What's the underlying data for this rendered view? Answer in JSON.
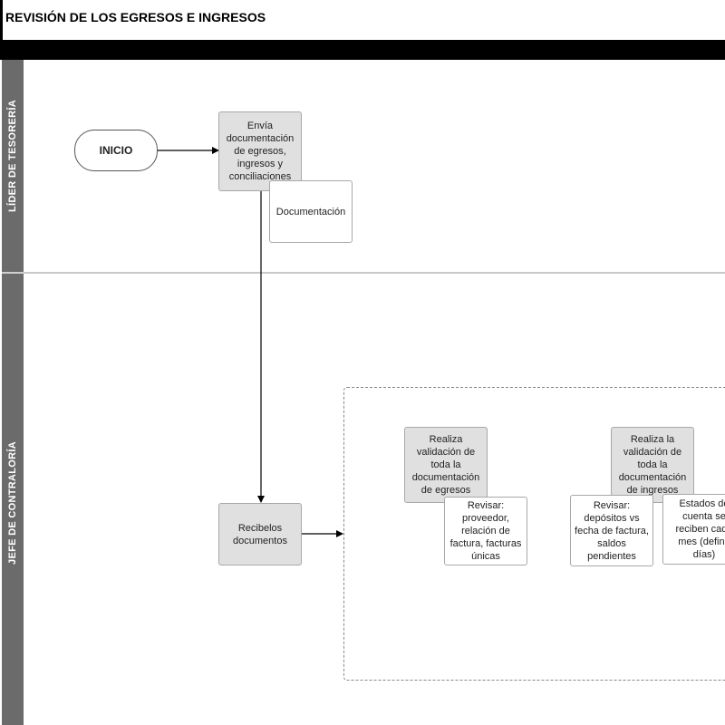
{
  "title": "REVISIÓN DE LOS EGRESOS E INGRESOS",
  "lanes": [
    {
      "label": "LÍDER DE TESORERÍA"
    },
    {
      "label": "JEFE DE CONTRALORÍA"
    }
  ],
  "nodes": {
    "start": "INICIO",
    "send_docs": "Envía documentación de egresos, ingresos y conciliaciones",
    "documentation": "Documentación",
    "receive_docs": "Recibelos documentos",
    "validate_expenses": "Realiza validación de toda la documentación de egresos",
    "review_expenses": "Revisar: proveedor, relación de factura, facturas únicas",
    "validate_income": "Realiza la validación de toda la documentación de ingresos",
    "review_income": "Revisar: depósitos vs fecha de factura, saldos pendientes",
    "bank_statements": "Estados de cuenta se reciben cada mes (definir días)"
  }
}
